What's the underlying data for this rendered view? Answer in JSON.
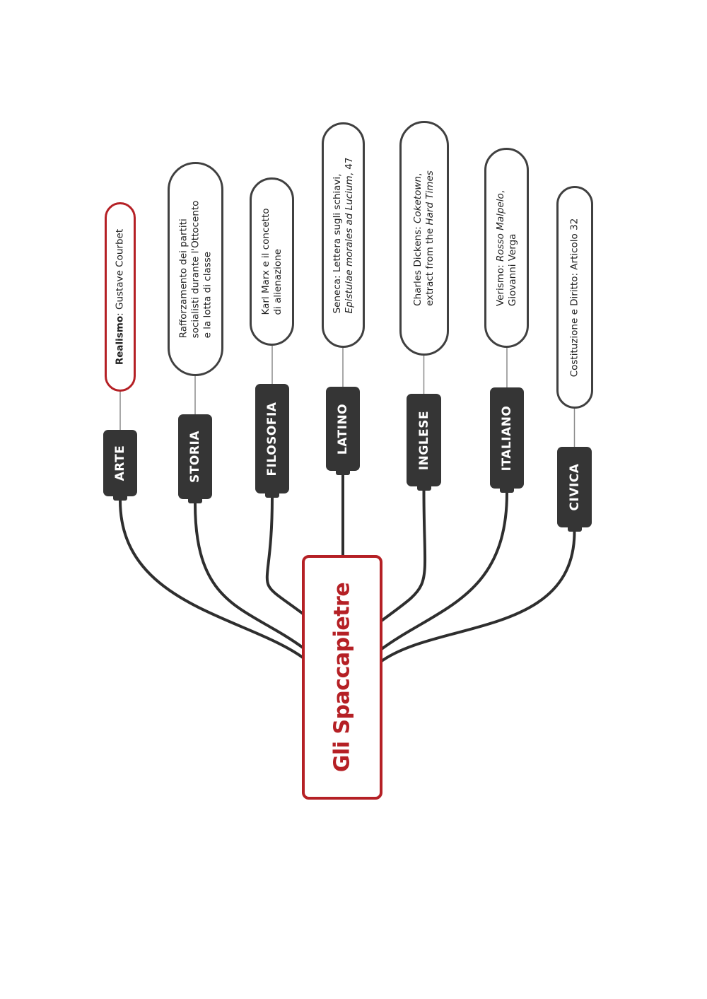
{
  "central": {
    "title": "Gli Spaccapietre"
  },
  "colors": {
    "accent": "#b52025",
    "subject_bg": "#353535",
    "wire": "#2e2e2e"
  },
  "branches": [
    {
      "subject": "ARTE",
      "topic": {
        "lines": [
          [
            {
              "t": "Realismo",
              "b": true
            },
            {
              "t": ": Gustave Courbet"
            }
          ]
        ]
      }
    },
    {
      "subject": "STORIA",
      "topic": {
        "lines": [
          [
            {
              "t": "Rafforzamento dei partiti"
            }
          ],
          [
            {
              "t": "socialisti durante l'Ottocento"
            }
          ],
          [
            {
              "t": "e la lotta di classe"
            }
          ]
        ]
      }
    },
    {
      "subject": "FILOSOFIA",
      "topic": {
        "lines": [
          [
            {
              "t": "Karl Marx e il concetto"
            }
          ],
          [
            {
              "t": "di alienazione"
            }
          ]
        ]
      }
    },
    {
      "subject": "LATINO",
      "topic": {
        "lines": [
          [
            {
              "t": "Seneca: Lettera sugli schiavi,"
            }
          ],
          [
            {
              "t": "Epistulae morales ad Lucium",
              "i": true
            },
            {
              "t": ", 47"
            }
          ]
        ]
      }
    },
    {
      "subject": "INGLESE",
      "topic": {
        "lines": [
          [
            {
              "t": "Charles Dickens: "
            },
            {
              "t": "Coketown",
              "i": true
            },
            {
              "t": ","
            }
          ],
          [
            {
              "t": "extract from the "
            },
            {
              "t": "Hard Times",
              "i": true
            }
          ]
        ]
      }
    },
    {
      "subject": "ITALIANO",
      "topic": {
        "lines": [
          [
            {
              "t": "Verismo: "
            },
            {
              "t": "Rosso Malpelo",
              "i": true
            },
            {
              "t": ","
            }
          ],
          [
            {
              "t": "Giovanni Verga"
            }
          ]
        ]
      }
    },
    {
      "subject": "CIVICA",
      "topic": {
        "lines": [
          [
            {
              "t": "Costituzione e Diritto: Articolo 32"
            }
          ]
        ]
      }
    }
  ]
}
